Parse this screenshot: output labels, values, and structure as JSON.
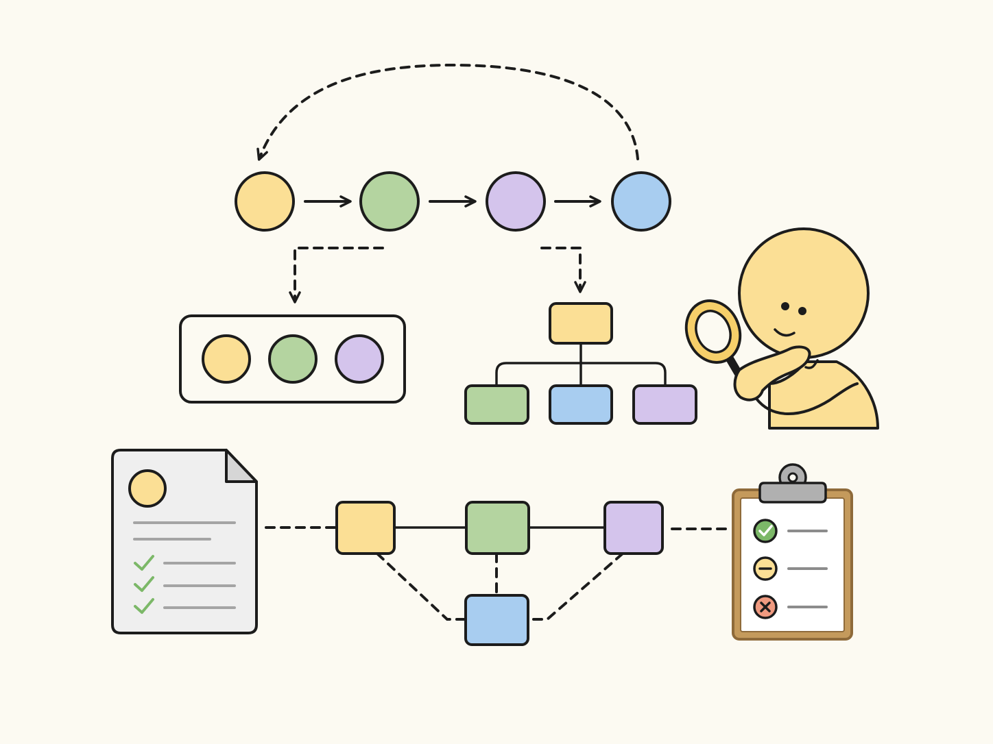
{
  "colors": {
    "background": "#fcfaf2",
    "stroke": "#1c1c1c",
    "yellow": "#fbdf95",
    "green": "#b4d4a0",
    "purple": "#d4c4ec",
    "blue": "#a8cdf0",
    "doc_fill": "#efefef",
    "doc_line": "#a4a4a4",
    "check_green": "#7cb868",
    "clip_frame": "#c49a5c",
    "clip_frame_dark": "#8e6a3a",
    "clip_metal": "#b0b0b0",
    "status_x_red": "#ef9a80",
    "character_skin": "#fbdf95",
    "lens_ring": "#f6cf6a"
  },
  "flow": {
    "node_colors": [
      "yellow",
      "green",
      "purple",
      "blue"
    ],
    "loop_back": true
  },
  "group_box": {
    "circle_colors": [
      "yellow",
      "green",
      "purple"
    ]
  },
  "hierarchy": {
    "root": "yellow",
    "children": [
      "green",
      "blue",
      "purple"
    ]
  },
  "document": {
    "icon": "document-icon",
    "checklist_count": 3
  },
  "network": {
    "nodes": [
      "yellow",
      "green",
      "purple",
      "blue"
    ]
  },
  "clipboard": {
    "icon": "clipboard-icon",
    "statuses": [
      {
        "state": "pass",
        "icon": "check-circle-icon"
      },
      {
        "state": "partial",
        "icon": "minus-circle-icon"
      },
      {
        "state": "fail",
        "icon": "x-circle-icon"
      }
    ]
  },
  "character": {
    "icon": "magnifying-glass-icon",
    "activity": "inspecting"
  }
}
